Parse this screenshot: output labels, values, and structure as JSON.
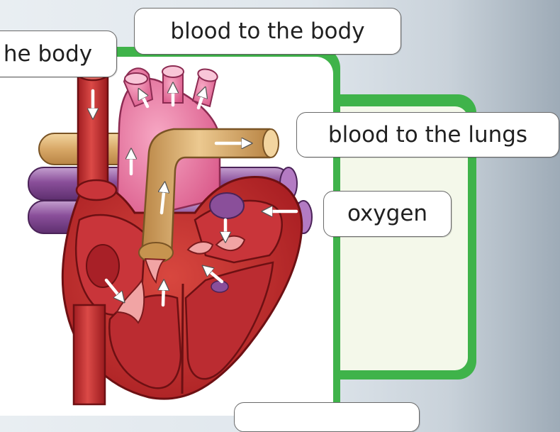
{
  "labels": {
    "body_left": "he body",
    "body_top": "blood to the body",
    "lungs": "blood to the lungs",
    "oxygen": "oxygen",
    "bottom": ""
  }
}
